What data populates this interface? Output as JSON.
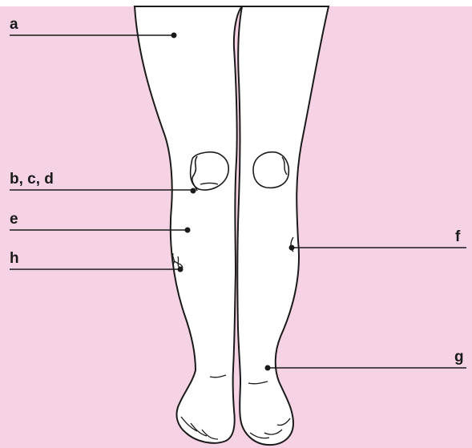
{
  "background": "#f6d3e4",
  "line_color": "#1a1a1a",
  "labels": {
    "a": "a",
    "bcd": "b, c, d",
    "e": "e",
    "h": "h",
    "f": "f",
    "g": "g"
  }
}
